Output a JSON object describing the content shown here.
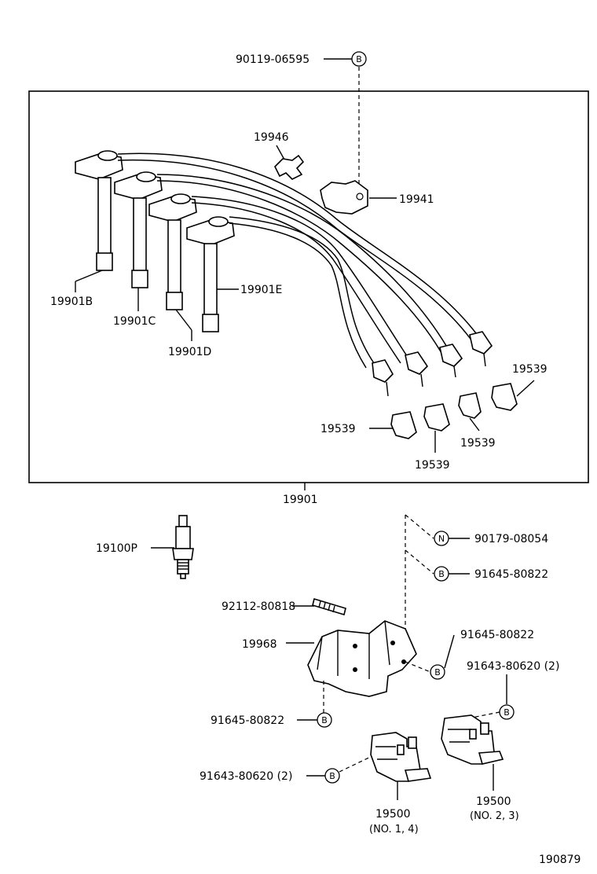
{
  "labels": {
    "top_bolt": "90119-06595",
    "clamp_a": "19946",
    "clamp_b": "19941",
    "cord_b": "19901B",
    "cord_c": "19901C",
    "cord_d": "19901D",
    "cord_e": "19901E",
    "boot_1": "19539",
    "boot_2": "19539",
    "boot_3": "19539",
    "boot_4": "19539",
    "cord_set": "19901",
    "spark_plug": "19100P",
    "nut": "90179-08054",
    "bolt_1": "91645-80822",
    "stud": "92112-80818",
    "bracket": "19968",
    "bolt_2": "91645-80822",
    "bolt_3": "91645-80822",
    "screw_a": "91643-80620 (2)",
    "screw_b": "91643-80620 (2)",
    "coil_a": "19500",
    "coil_a_note": "(NO. 1, 4)",
    "coil_b": "19500",
    "coil_b_note": "(NO. 2, 3)",
    "diagram_no": "190879"
  },
  "markers": {
    "b": "B",
    "n": "N"
  }
}
